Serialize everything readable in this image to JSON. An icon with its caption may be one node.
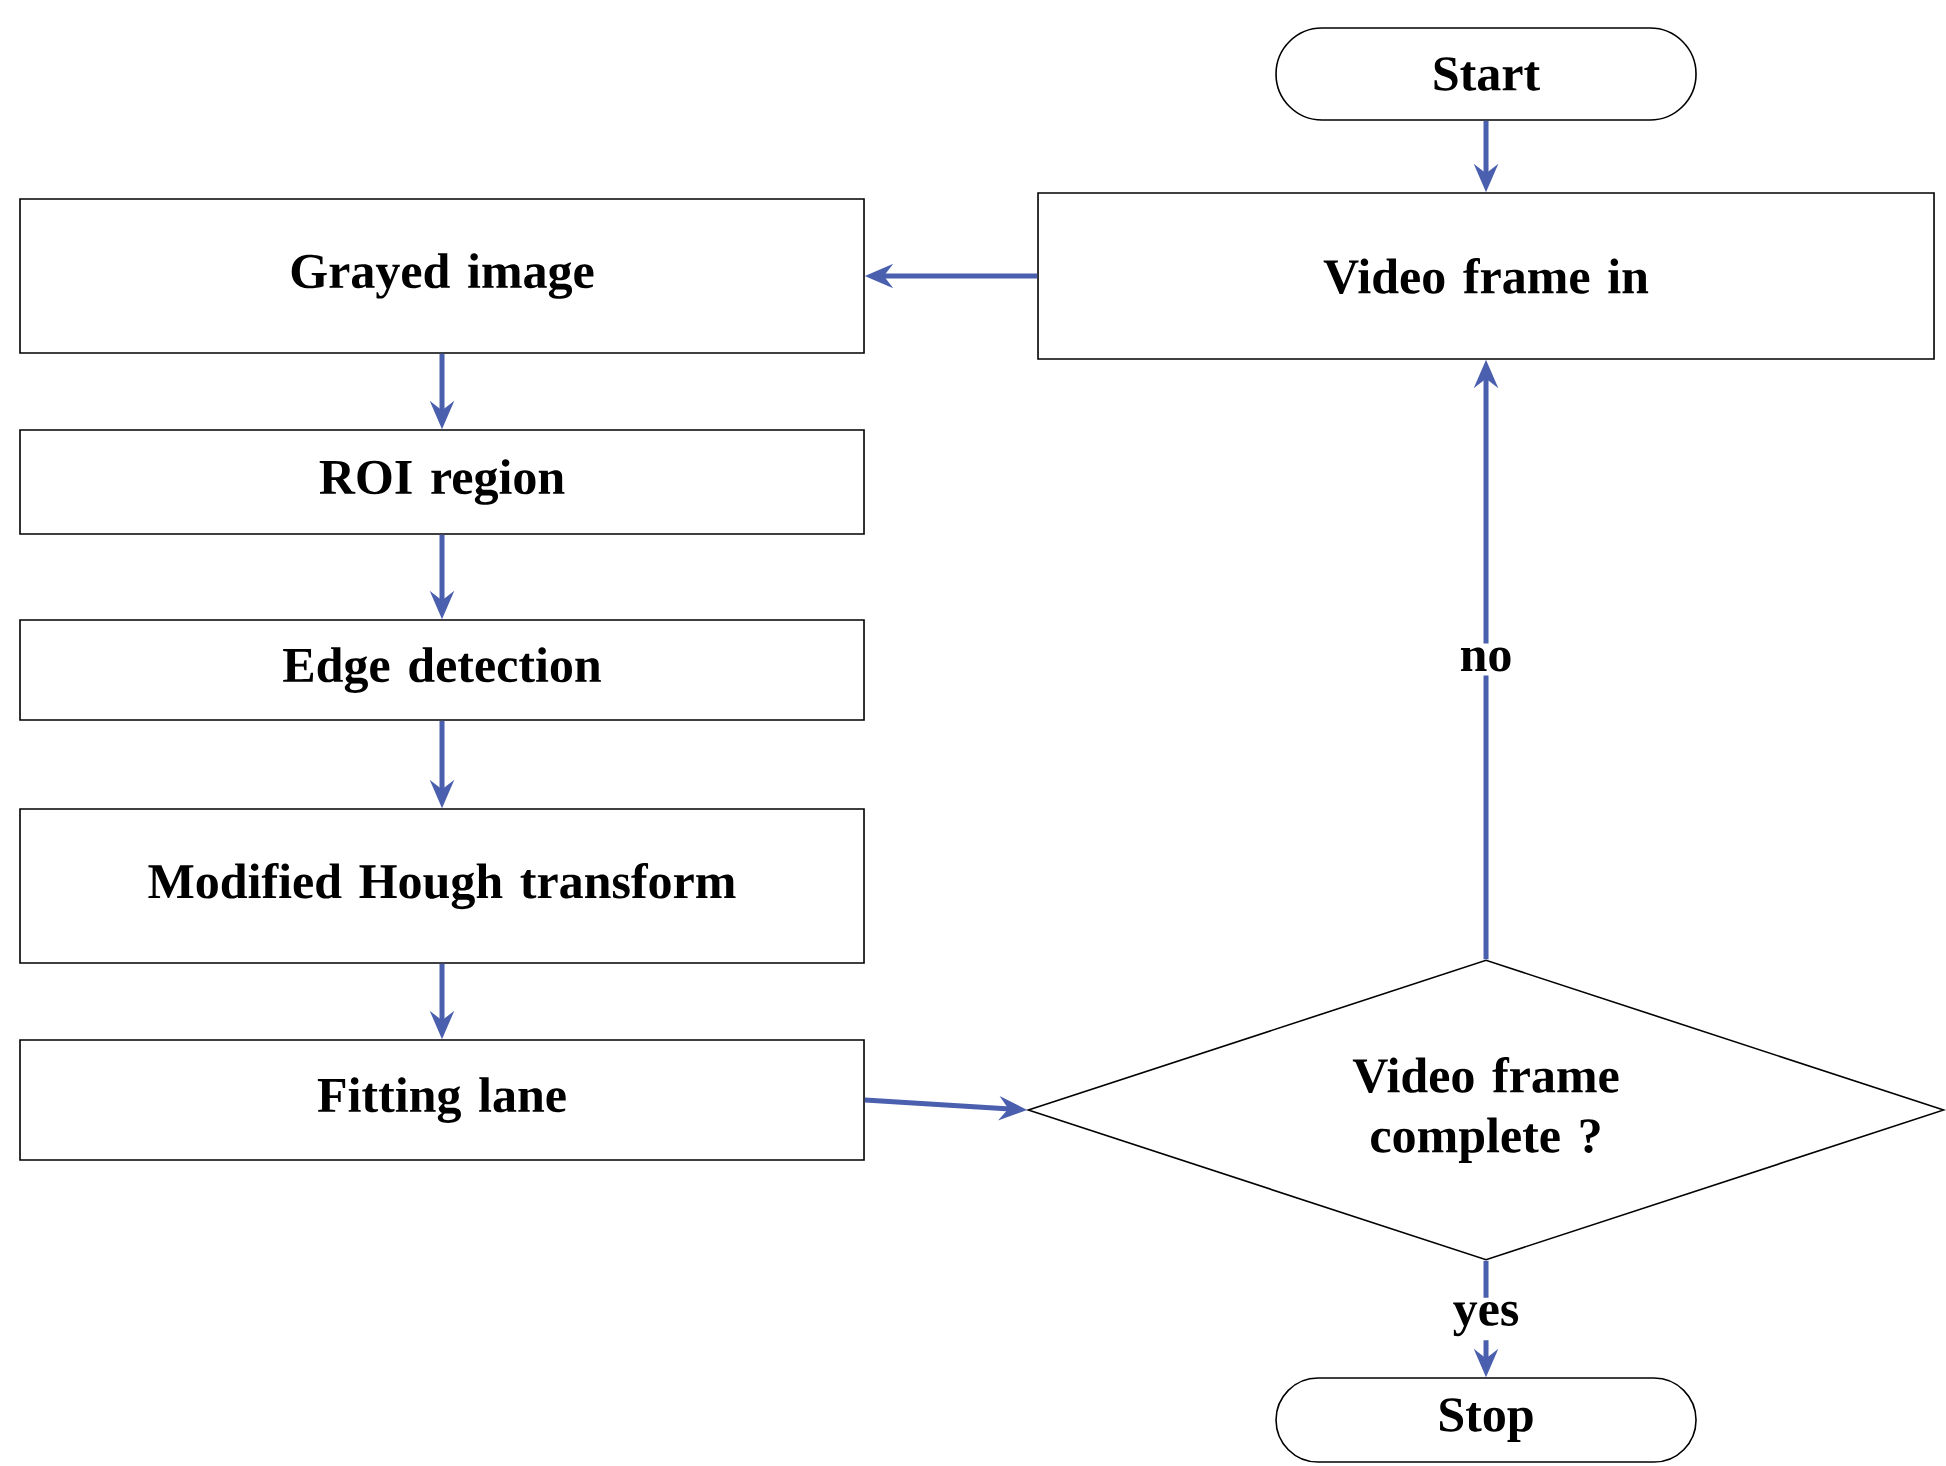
{
  "diagram": {
    "nodes": [
      {
        "text": [
          "Start"
        ]
      },
      {
        "text": [
          "Video frame in"
        ]
      },
      {
        "text": [
          "Grayed image"
        ]
      },
      {
        "text": [
          "ROI region"
        ]
      },
      {
        "text": [
          "Edge detection"
        ]
      },
      {
        "text": [
          "Modified Hough transform"
        ]
      },
      {
        "text": [
          "Fitting lane"
        ]
      },
      {
        "text": [
          "Video frame complete ?"
        ]
      },
      {
        "text": [
          "Stop"
        ]
      }
    ],
    "edges": [
      {
        "from": 0,
        "to": 1,
        "arrow": "to"
      },
      {
        "from": 1,
        "to": 2,
        "arrow": "to"
      },
      {
        "from": 2,
        "to": 3,
        "arrow": "to"
      },
      {
        "from": 3,
        "to": 4,
        "arrow": "to"
      },
      {
        "from": 4,
        "to": 5,
        "arrow": "to"
      },
      {
        "from": 5,
        "to": 6,
        "arrow": "to"
      },
      {
        "from": 6,
        "to": 7,
        "arrow": "to"
      },
      {
        "from": 7,
        "to": 1,
        "arrow": "to",
        "label": "no"
      },
      {
        "from": 7,
        "to": 8,
        "arrow": "to",
        "label": "yes"
      }
    ]
  }
}
